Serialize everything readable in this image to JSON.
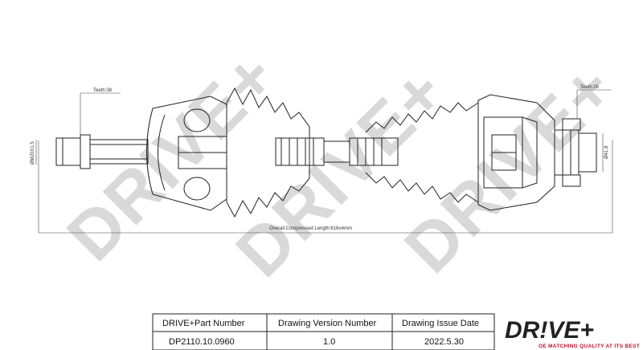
{
  "watermark": "DRIVE+",
  "dimensions": {
    "teeth_left": "Teeth:38",
    "teeth_right": "Teeth:26",
    "left_diameter": "ØM20X1.5",
    "right_diameter": "Ø41.8",
    "overall_length": "Overall  Compressed  Length:616±4mm"
  },
  "table": {
    "headers": [
      "DRIVE+Part Number",
      "Drawing Version Number",
      "Drawing Issue Date"
    ],
    "values": [
      "DP2110.10.0960",
      "1.0",
      "2022.5.30"
    ]
  },
  "logo": {
    "text": "DR!VE+",
    "tagline": "OE MATCHING QUALITY AT ITS BEST",
    "accent_color": "#c8102e"
  }
}
